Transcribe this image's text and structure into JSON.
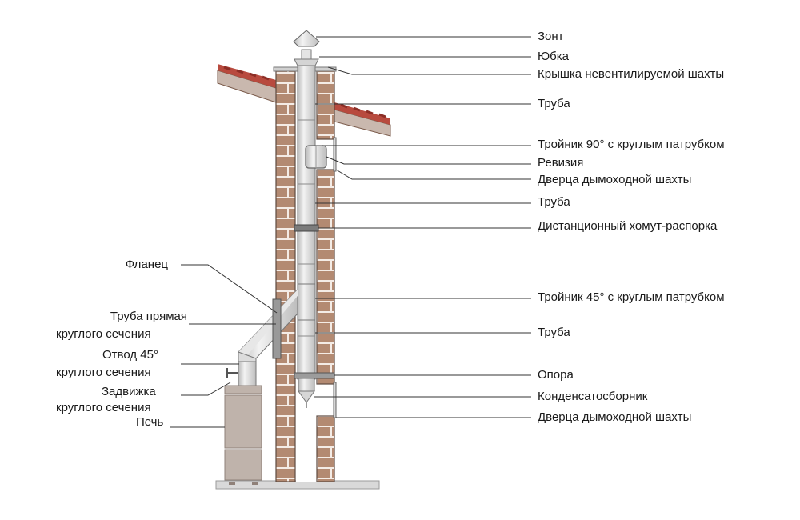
{
  "colors": {
    "brick": "#b38a72",
    "mortar": "#f4ece6",
    "pipe_light": "#ececec",
    "pipe_dark": "#c4c4c4",
    "roof": "#b84a3e",
    "stove": "#bfb3ab",
    "leader": "#222222"
  },
  "labels_right": [
    {
      "id": "zont",
      "text": "Зонт"
    },
    {
      "id": "yubka",
      "text": "Юбка"
    },
    {
      "id": "kryshka",
      "text": "Крышка невентилируемой шахты"
    },
    {
      "id": "truba1",
      "text": "Труба"
    },
    {
      "id": "troynik90",
      "text": "Тройник 90° с круглым патрубком"
    },
    {
      "id": "reviziya",
      "text": "Ревизия"
    },
    {
      "id": "dvertsa1",
      "text": "Дверца дымоходной шахты"
    },
    {
      "id": "truba2",
      "text": "Труба"
    },
    {
      "id": "khomut",
      "text": "Дистанционный хомут-распорка"
    },
    {
      "id": "troynik45",
      "text": "Тройник 45° с круглым патрубком"
    },
    {
      "id": "truba3",
      "text": "Труба"
    },
    {
      "id": "opora",
      "text": "Опора"
    },
    {
      "id": "kondensat",
      "text": "Конденсатосборник"
    },
    {
      "id": "dvertsa2",
      "text": "Дверца дымоходной шахты"
    }
  ],
  "labels_left": [
    {
      "id": "flanets",
      "lines": [
        "Фланец"
      ]
    },
    {
      "id": "truba_pryamaya",
      "lines": [
        "Труба прямая",
        "круглого сечения"
      ]
    },
    {
      "id": "otvod",
      "lines": [
        "Отвод 45°",
        "круглого сечения"
      ]
    },
    {
      "id": "zadvizhka",
      "lines": [
        "Задвижка",
        "круглого сечения"
      ]
    },
    {
      "id": "pech",
      "lines": [
        "Печь"
      ]
    }
  ]
}
